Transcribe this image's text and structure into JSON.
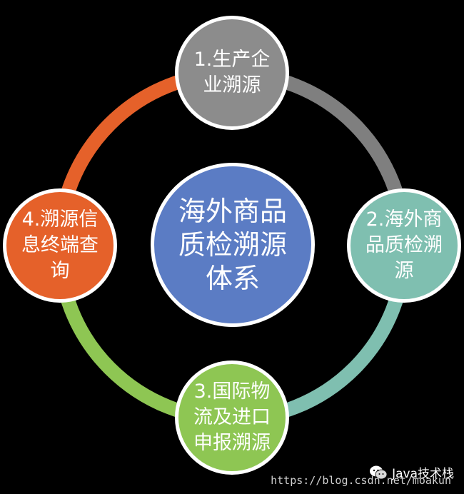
{
  "diagram": {
    "center_lines": [
      "海外商品",
      "质检溯源",
      "体系"
    ],
    "nodes": [
      {
        "lines": [
          "1.生产企",
          "业溯源"
        ],
        "color": "#8c8c8c"
      },
      {
        "lines": [
          "2.海外商",
          "品质检溯",
          "源"
        ],
        "color": "#7fbfb0"
      },
      {
        "lines": [
          "3.国际物",
          "流及进口",
          "申报溯源"
        ],
        "color": "#8ec653"
      },
      {
        "lines": [
          "4.溯源信",
          "息终端查",
          "询"
        ],
        "color": "#e5612a"
      }
    ],
    "center_color": "#5b7cc4",
    "arc_colors": {
      "top_right": "#7f7f7f",
      "bottom_right": "#7fbfb0",
      "bottom_left": "#8ec653",
      "top_left": "#e5612a"
    }
  },
  "watermark": {
    "url": "https://blog.csdn.net/moakun",
    "brand": "Java技术栈",
    "icon": "wechat-icon"
  }
}
